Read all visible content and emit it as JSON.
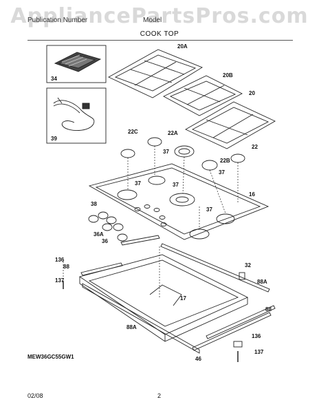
{
  "watermark": "AppliancePartsPros.com",
  "header": {
    "left": "Publication Number",
    "mid": "Model"
  },
  "title": "COOK TOP",
  "model": "MEW36GC55GW1",
  "footer": {
    "date": "02/08",
    "page": "2"
  },
  "parts": {
    "p20A": "20A",
    "p20B": "20B",
    "p20": "20",
    "p34": "34",
    "p39": "39",
    "p22C": "22C",
    "p22A": "22A",
    "p22": "22",
    "p22B": "22B",
    "p37a": "37",
    "p37b": "37",
    "p37c": "37",
    "p37d": "37",
    "p37e": "37",
    "p16": "16",
    "p38": "38",
    "p36A": "36A",
    "p36": "36",
    "p136a": "136",
    "p88a": "88",
    "p137a": "137",
    "p32": "32",
    "p88Aa": "88A",
    "p17": "17",
    "p88Ab": "88A",
    "p88b": "88",
    "p136b": "136",
    "p137b": "137",
    "p46": "46"
  }
}
